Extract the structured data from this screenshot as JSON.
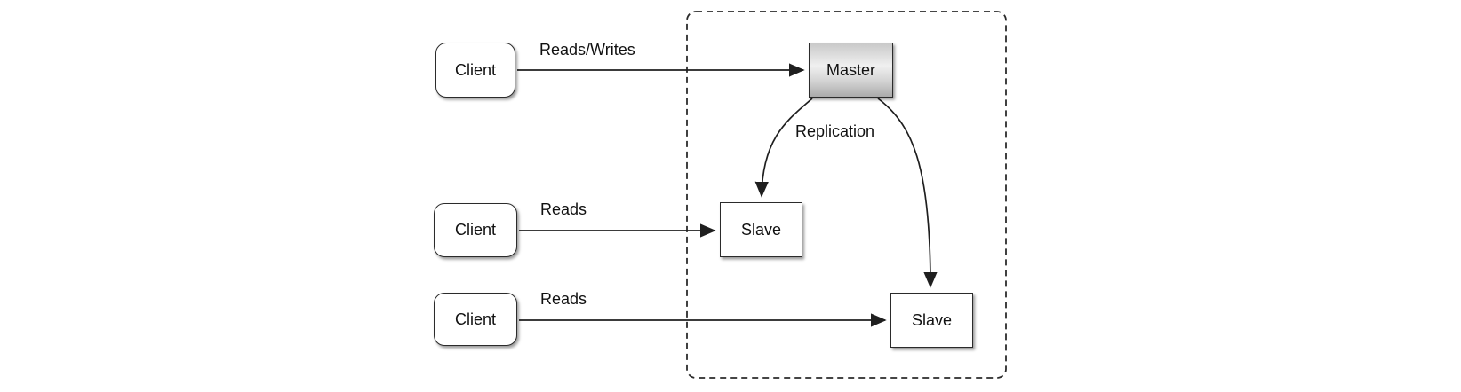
{
  "diagram": {
    "nodes": {
      "client1": {
        "label": "Client"
      },
      "client2": {
        "label": "Client"
      },
      "client3": {
        "label": "Client"
      },
      "master": {
        "label": "Master"
      },
      "slave1": {
        "label": "Slave"
      },
      "slave2": {
        "label": "Slave"
      }
    },
    "edges": {
      "reads_writes": {
        "label": "Reads/Writes"
      },
      "reads_top": {
        "label": "Reads"
      },
      "reads_bottom": {
        "label": "Reads"
      },
      "replication": {
        "label": "Replication"
      }
    },
    "colors": {
      "background": "#ffffff",
      "line": "#1f1f1f",
      "box_border": "#2b2b2b",
      "text": "#111111",
      "master_fill_top": "#c9c9c9",
      "master_fill_highlight": "#f0f0f0",
      "master_fill_bottom": "#aaaaaa",
      "dashed_group_border": "#2b2b2b"
    }
  }
}
